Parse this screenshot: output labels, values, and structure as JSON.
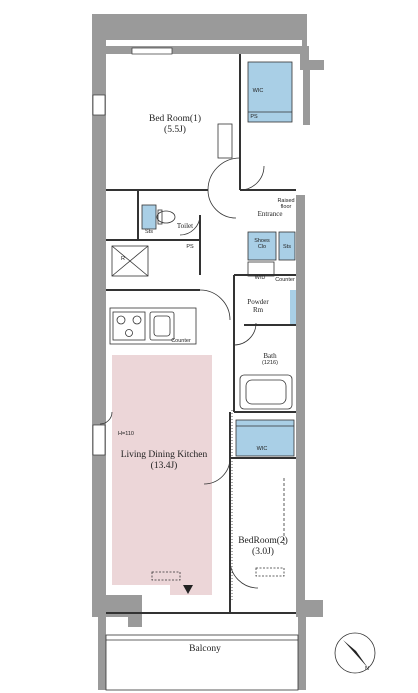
{
  "rooms": {
    "bedroom1": {
      "name": "Bed Room(1)",
      "size": "(5.5J)"
    },
    "bedroom2": {
      "name": "BedRoom(2)",
      "size": "(3.0J)"
    },
    "ldk": {
      "name": "Living Dining Kitchen",
      "size": "(13.4J)"
    },
    "toilet": {
      "name": "Toilet"
    },
    "entrance": {
      "name": "Entrance"
    },
    "powder": {
      "name": "Powder",
      "sub": "Rm"
    },
    "bath": {
      "name": "Bath",
      "size": "(1216)"
    },
    "balcony": {
      "name": "Balcony"
    }
  },
  "labels": {
    "wic1": "WIC",
    "wic2": "WIC",
    "ps1": "PS",
    "ps2": "PS",
    "sts1": "Sts",
    "sts2": "Sts",
    "shoes_line1": "Shoes",
    "shoes_line2": "Clo",
    "counter_entrance": "Counter",
    "counter_kitchen": "Counter",
    "w_d": "W/D",
    "r_mark": "R",
    "height_mark": "H=110",
    "step_line1": "Raised",
    "step_line2": "floor",
    "north": "N"
  },
  "colors": {
    "wall": "#9a9a9a",
    "ldk_floor": "#ecd6d8",
    "storage": "#a9cfe6",
    "line": "#333333"
  }
}
